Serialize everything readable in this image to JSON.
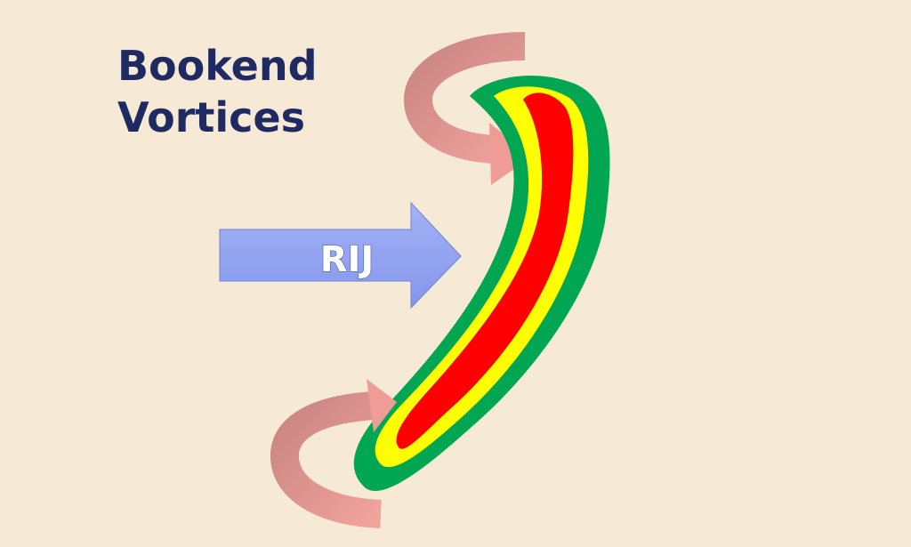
{
  "title": {
    "line1": "Bookend",
    "line2": "Vortices"
  },
  "arrow": {
    "label": "RIJ",
    "fill": "#8f9ff0"
  },
  "echo_bands": {
    "outer": "#00a651",
    "middle": "#ffff00",
    "inner": "#ff0000"
  },
  "vortex_arrow_color": "#ef9b96"
}
